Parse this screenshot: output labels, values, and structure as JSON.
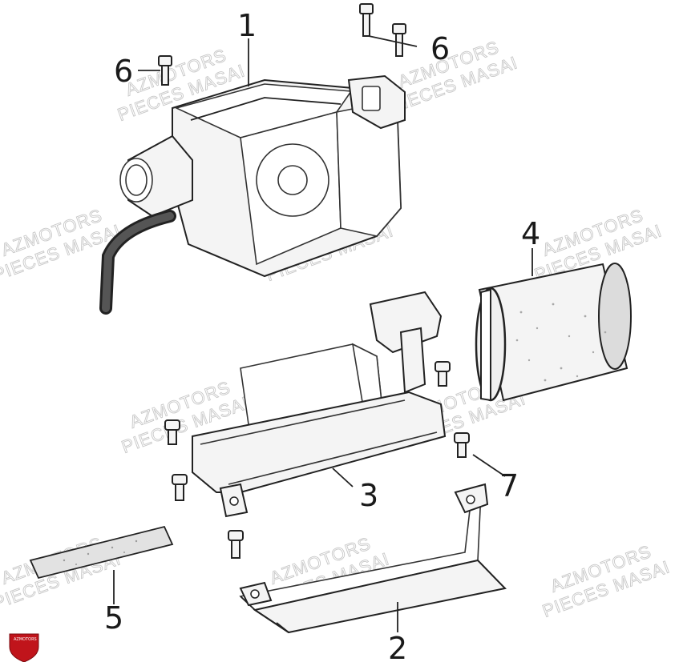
{
  "callouts": [
    {
      "id": "1",
      "label": "1"
    },
    {
      "id": "2",
      "label": "2"
    },
    {
      "id": "3",
      "label": "3"
    },
    {
      "id": "4",
      "label": "4"
    },
    {
      "id": "5",
      "label": "5"
    },
    {
      "id": "6a",
      "label": "6"
    },
    {
      "id": "6b",
      "label": "6"
    },
    {
      "id": "7",
      "label": "7"
    }
  ],
  "watermark": {
    "line1": "AZMOTORS",
    "line2": "PIECES MASAI"
  },
  "logo": {
    "text": "AZMOTORS",
    "color": "#c0141b"
  }
}
